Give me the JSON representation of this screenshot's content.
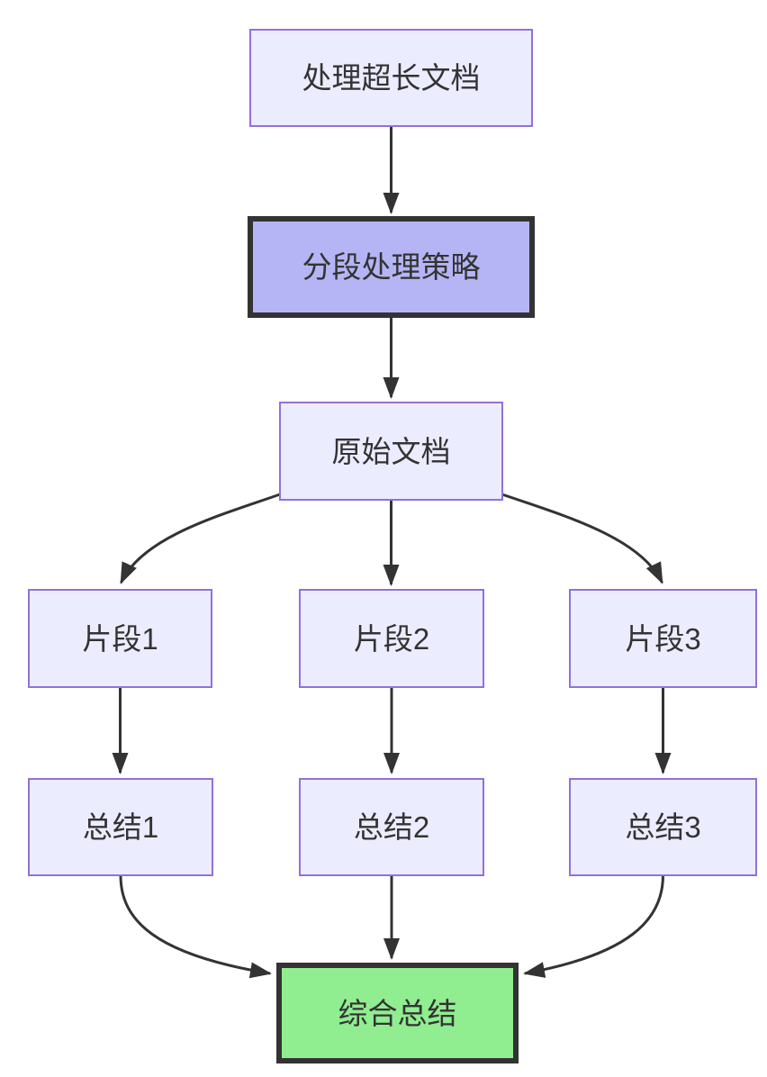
{
  "diagram": {
    "type": "flowchart",
    "direction": "top-down",
    "nodes": [
      {
        "id": "task",
        "label": "处理超长文档",
        "kind": "default",
        "fill": "#ECECFF",
        "border": "#9370DB"
      },
      {
        "id": "strategy",
        "label": "分段处理策略",
        "kind": "emphasis",
        "fill": "#B5B5F5",
        "border": "#333333"
      },
      {
        "id": "doc",
        "label": "原始文档",
        "kind": "default",
        "fill": "#ECECFF",
        "border": "#9370DB"
      },
      {
        "id": "chunk1",
        "label": "片段1",
        "kind": "default",
        "fill": "#ECECFF",
        "border": "#9370DB"
      },
      {
        "id": "chunk2",
        "label": "片段2",
        "kind": "default",
        "fill": "#ECECFF",
        "border": "#9370DB"
      },
      {
        "id": "chunk3",
        "label": "片段3",
        "kind": "default",
        "fill": "#ECECFF",
        "border": "#9370DB"
      },
      {
        "id": "sum1",
        "label": "总结1",
        "kind": "default",
        "fill": "#ECECFF",
        "border": "#9370DB"
      },
      {
        "id": "sum2",
        "label": "总结2",
        "kind": "default",
        "fill": "#ECECFF",
        "border": "#9370DB"
      },
      {
        "id": "sum3",
        "label": "总结3",
        "kind": "default",
        "fill": "#ECECFF",
        "border": "#9370DB"
      },
      {
        "id": "final",
        "label": "综合总结",
        "kind": "result",
        "fill": "#90EE90",
        "border": "#333333"
      }
    ],
    "edges": [
      {
        "from": "task",
        "to": "strategy"
      },
      {
        "from": "strategy",
        "to": "doc"
      },
      {
        "from": "doc",
        "to": "chunk1"
      },
      {
        "from": "doc",
        "to": "chunk2"
      },
      {
        "from": "doc",
        "to": "chunk3"
      },
      {
        "from": "chunk1",
        "to": "sum1"
      },
      {
        "from": "chunk2",
        "to": "sum2"
      },
      {
        "from": "chunk3",
        "to": "sum3"
      },
      {
        "from": "sum1",
        "to": "final"
      },
      {
        "from": "sum2",
        "to": "final"
      },
      {
        "from": "sum3",
        "to": "final"
      }
    ],
    "colors": {
      "node_fill": "#ECECFF",
      "node_border": "#9370DB",
      "emphasis_fill": "#B5B5F5",
      "result_fill": "#90EE90",
      "dark_border": "#333333",
      "edge": "#333333",
      "text": "#333333",
      "background": "#ffffff"
    }
  }
}
